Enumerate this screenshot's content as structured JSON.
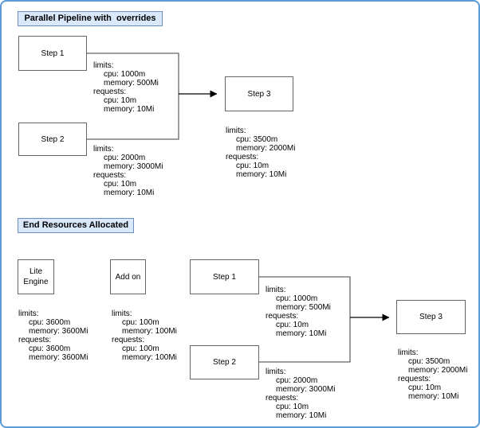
{
  "colors": {
    "frame_border": "#5b9bd5",
    "badge_fill": "#dae8fc",
    "badge_border": "#6c8ebf",
    "node_border": "#666666",
    "connector": "#666666",
    "arrow": "#000000"
  },
  "sections": [
    {
      "title": "Parallel Pipeline with  overrides",
      "nodes": {
        "step1": "Step 1",
        "step2": "Step 2",
        "step3": "Step 3"
      },
      "resources": {
        "step1": [
          "limits:",
          "cpu: 1000m",
          "memory: 500Mi",
          "requests:",
          "cpu: 10m",
          "memory: 10Mi"
        ],
        "step2": [
          "limits:",
          "cpu: 2000m",
          "memory: 3000Mi",
          "requests:",
          "cpu: 10m",
          "memory: 10Mi"
        ],
        "step3": [
          "limits:",
          "cpu: 3500m",
          "memory: 2000Mi",
          "requests:",
          "cpu: 10m",
          "memory: 10Mi"
        ]
      }
    },
    {
      "title": "End Resources Allocated",
      "nodes": {
        "lite_engine": "Lite Engine",
        "add_on": "Add on",
        "step1": "Step 1",
        "step2": "Step 2",
        "step3": "Step 3"
      },
      "resources": {
        "lite_engine": [
          "limits:",
          "cpu: 3600m",
          "memory: 3600Mi",
          "requests:",
          "cpu: 3600m",
          "memory: 3600Mi"
        ],
        "add_on": [
          "limits:",
          "cpu: 100m",
          "memory: 100Mi",
          "requests:",
          "cpu: 100m",
          "memory: 100Mi"
        ],
        "step1": [
          "limits:",
          "cpu: 1000m",
          "memory: 500Mi",
          "requests:",
          "cpu: 10m",
          "memory: 10Mi"
        ],
        "step2": [
          "limits:",
          "cpu: 2000m",
          "memory: 3000Mi",
          "requests:",
          "cpu: 10m",
          "memory: 10Mi"
        ],
        "step3": [
          "limits:",
          "cpu: 3500m",
          "memory: 2000Mi",
          "requests:",
          "cpu: 10m",
          "memory: 10Mi"
        ]
      }
    }
  ]
}
